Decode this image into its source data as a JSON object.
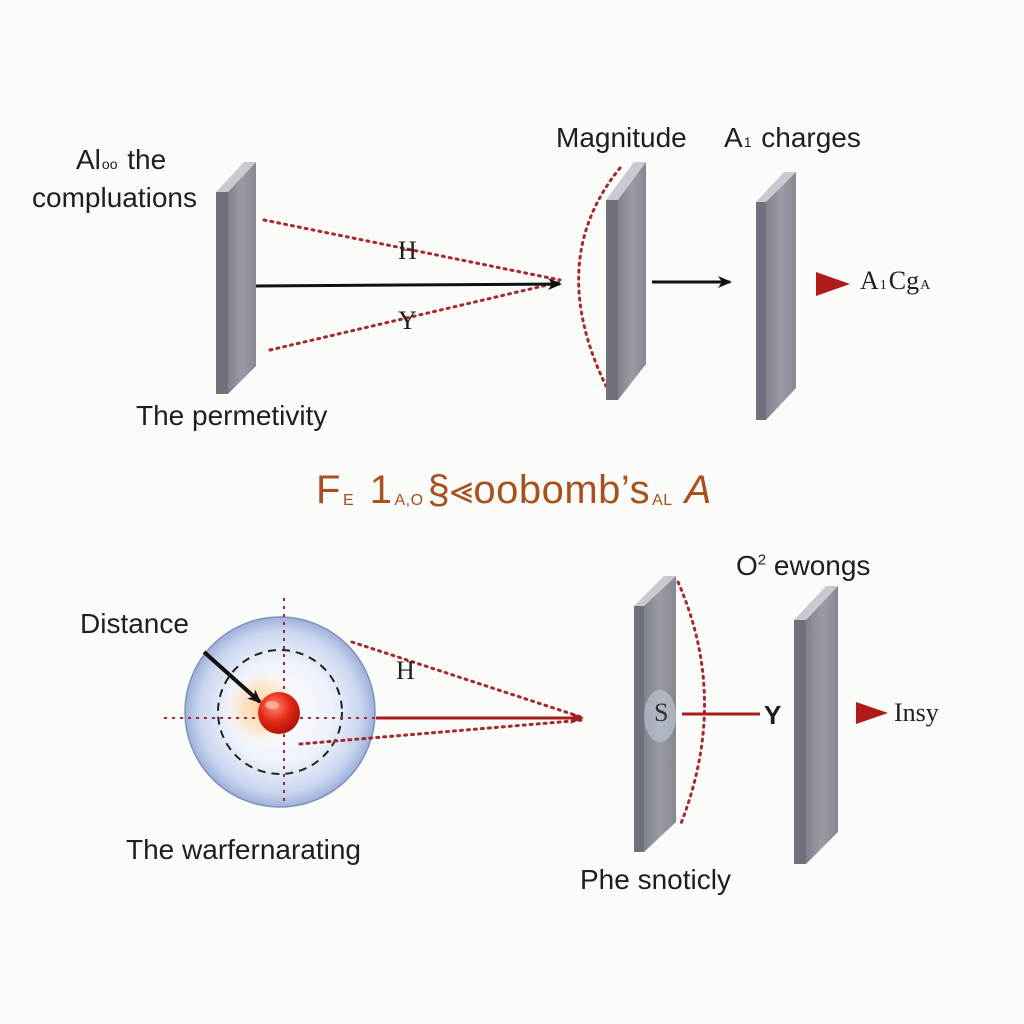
{
  "colors": {
    "plate_face": "#8e9099",
    "plate_edge": "#c9cad1",
    "dotted": "#a32a2f",
    "arrow_black": "#111111",
    "arrow_red": "#a71d1d",
    "title": "#a8511e",
    "charge": "#e02515"
  },
  "top": {
    "label_all_main": "Al",
    "label_all_sub": "oo",
    "label_all_tail": "the",
    "label_computations": "compluations",
    "label_permittivity": "The permetivity",
    "label_magnitude": "Magnitude",
    "label_charges_main": "A",
    "label_charges_sub": "1",
    "label_charges_tail": "charges",
    "label_h": "H",
    "label_y": "Y",
    "marker_label_main": "A",
    "marker_label_sub": "1",
    "marker_label_tail": "Cg",
    "marker_label_end": "A"
  },
  "title": {
    "part1": "F",
    "part1_sub": "E",
    "part2": "1",
    "part2_sub": "A,O",
    "part3": "§⪡oobomb’s",
    "part3_sub": "AL",
    "part4": "A"
  },
  "bottom": {
    "label_distance": "Distance",
    "label_wartenrating": "The warfernarating",
    "label_o2_main": "O",
    "label_o2_sup": "2",
    "label_o2_tail": "ewongs",
    "label_h": "H",
    "label_y": "Y",
    "label_s": "S",
    "marker_label": "Insy",
    "label_snoticly": "Phe snoticly"
  }
}
